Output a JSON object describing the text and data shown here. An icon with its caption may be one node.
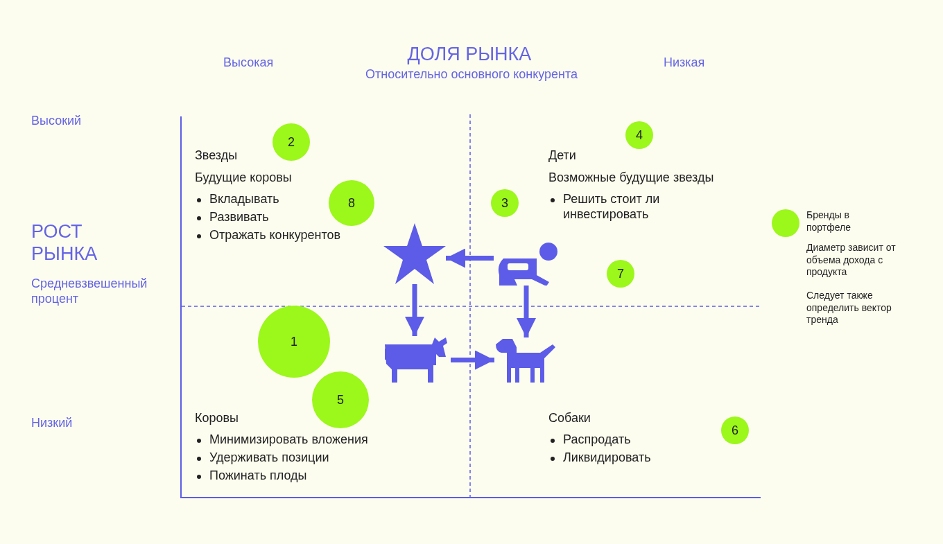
{
  "diagram": {
    "nodes": [
      {
        "text": [
          "2"
        ]
      },
      {
        "text": [
          "4"
        ]
      },
      {
        "text": [
          "8"
        ]
      },
      {
        "text": [
          "3"
        ]
      },
      {
        "text": [
          "7"
        ]
      },
      {
        "text": [
          "1"
        ]
      },
      {
        "text": [
          "5"
        ]
      },
      {
        "text": [
          "6"
        ]
      },
      {
        "text": [],
        "shape": "picture"
      },
      {
        "text": [],
        "shape": "picture"
      },
      {
        "text": [],
        "shape": "picture"
      },
      {
        "text": [],
        "shape": "picture"
      }
    ],
    "edges": [
      {
        "from": 9,
        "to": 8,
        "arrow": "to"
      },
      {
        "from": 8,
        "to": 10,
        "arrow": "to"
      },
      {
        "from": 9,
        "to": 11,
        "arrow": "to"
      },
      {
        "from": 10,
        "to": 11,
        "arrow": "to"
      }
    ],
    "labels": [
      "Высокая",
      "ДОЛЯ РЫНКА",
      "Относительно основного конкурента",
      "Низкая",
      "Высокий",
      "Звезды",
      "Будущие коровы",
      "Вкладывать",
      "Развивать",
      "Отражать конкурентов",
      "Дети",
      "Возможные будущие звезды",
      "Решить стоит ли инвестировать",
      "РОСТ РЫНКА",
      "Средневзвешенный процент",
      "Диаметр зависит от объема дохода с продукта",
      "Следует также определить вектор тренда",
      "Низкий",
      "Коровы",
      "Минимизировать вложения",
      "Удерживать позиции",
      "Пожинать плоды",
      "Собаки",
      "Распродать",
      "Ликвидировать"
    ],
    "legend": [
      {
        "text": "Бренды в портфеле",
        "color": "#9cf71a"
      }
    ]
  }
}
